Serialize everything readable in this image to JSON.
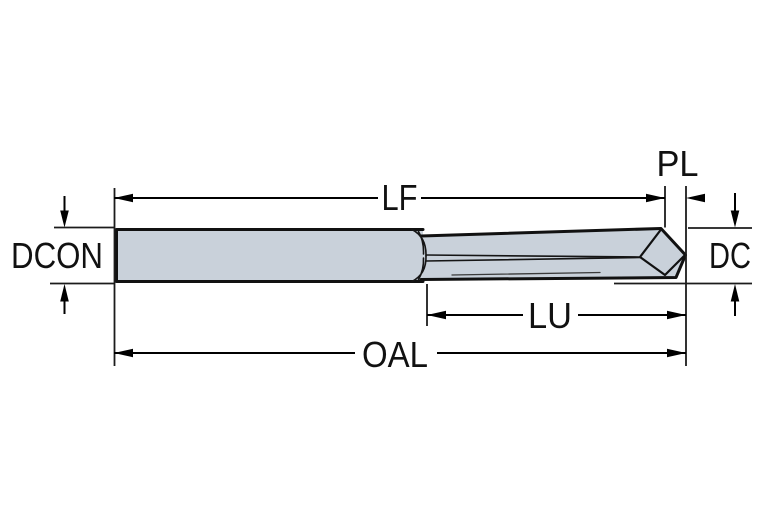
{
  "labels": {
    "functional_length": "LF",
    "point_length": "PL",
    "connection_diameter": "DCON",
    "cutting_diameter": "DC",
    "usable_length": "LU",
    "overall_length": "OAL"
  },
  "colors": {
    "background": "#ffffff",
    "tool_fill": "#c9d1da",
    "outline": "#111111",
    "dimension_lines": "#000000",
    "label_text": "#111111"
  }
}
